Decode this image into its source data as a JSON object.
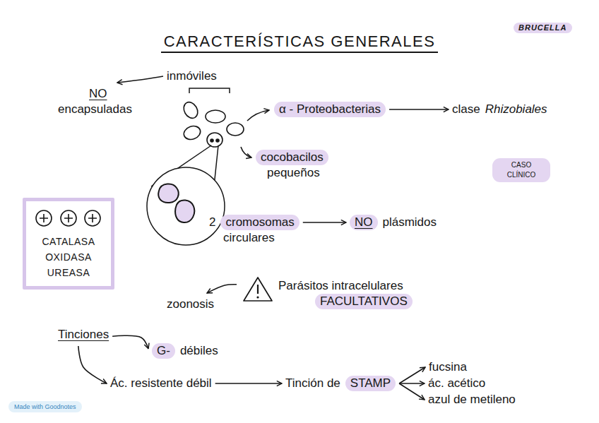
{
  "diagram": {
    "title": "CARACTERÍSTICAS GENERALES",
    "nodes": [
      {
        "text": [
          "BRUCELLA"
        ]
      },
      {
        "text": [
          "inmóviles"
        ]
      },
      {
        "text": [
          "NO",
          "encapsuladas"
        ]
      },
      {
        "text": [
          "α - Proteobacterias"
        ]
      },
      {
        "text": [
          "clase",
          "Rhizobiales"
        ]
      },
      {
        "text": [
          "cocobacilos",
          "pequeños"
        ]
      },
      {
        "text": [
          "CASO CLÍNICO"
        ]
      },
      {
        "text": [
          "CATALASA OXIDASA UREASA"
        ]
      },
      {
        "text": [
          "2",
          "cromosomas",
          "circulares"
        ]
      },
      {
        "text": [
          "NO",
          "plásmidos"
        ]
      },
      {
        "text": [
          "Parásitos intracelulares",
          "FACULTATIVOS"
        ]
      },
      {
        "text": [
          "zoonosis"
        ]
      },
      {
        "text": [
          "Tinciones"
        ]
      },
      {
        "text": [
          "G-",
          "débiles"
        ]
      },
      {
        "text": [
          "Ác. resistente débil"
        ]
      },
      {
        "text": [
          "Tinción de",
          "STAMP"
        ]
      },
      {
        "text": [
          "fucsina"
        ]
      },
      {
        "text": [
          "ác. acético"
        ]
      },
      {
        "text": [
          "azul de metileno"
        ]
      }
    ],
    "edges": [
      {
        "from": 1,
        "to": 2,
        "arrow": "to"
      },
      {
        "from": 3,
        "to": 4,
        "arrow": "to"
      },
      {
        "from": 8,
        "to": 9,
        "arrow": "to"
      },
      {
        "from": 10,
        "to": 11,
        "arrow": "to"
      },
      {
        "from": 12,
        "to": 13,
        "arrow": "to"
      },
      {
        "from": 12,
        "to": 14,
        "arrow": "to"
      },
      {
        "from": 14,
        "to": 15,
        "arrow": "to"
      },
      {
        "from": 15,
        "to": 16,
        "arrow": "to"
      },
      {
        "from": 15,
        "to": 17,
        "arrow": "to"
      },
      {
        "from": 15,
        "to": 18,
        "arrow": "to"
      }
    ],
    "labels": [
      "Made with Goodnotes"
    ]
  }
}
